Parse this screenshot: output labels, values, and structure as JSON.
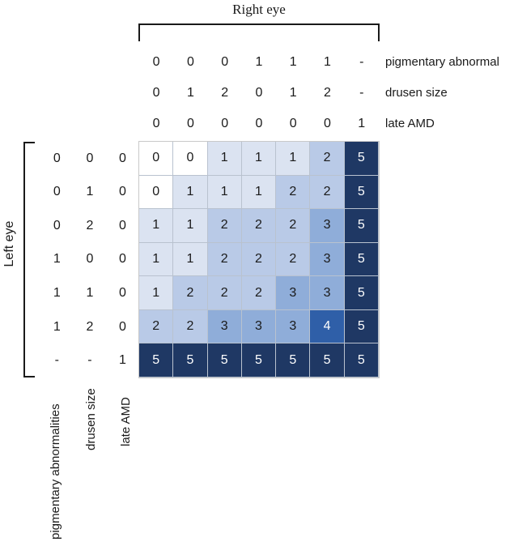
{
  "figure": {
    "top_axis_title": "Right eye",
    "left_axis_title": "Left eye"
  },
  "column_headers": {
    "rows": [
      {
        "label": "pigmentary abnormal",
        "values": [
          "0",
          "0",
          "0",
          "1",
          "1",
          "1",
          "-"
        ]
      },
      {
        "label": "drusen size",
        "values": [
          "0",
          "1",
          "2",
          "0",
          "1",
          "2",
          "-"
        ]
      },
      {
        "label": "late AMD",
        "values": [
          "0",
          "0",
          "0",
          "0",
          "0",
          "0",
          "1"
        ]
      }
    ]
  },
  "row_headers": {
    "labels": [
      "pigmentary abnormalities",
      "drusen size",
      "late AMD"
    ],
    "rows": [
      [
        "0",
        "0",
        "0"
      ],
      [
        "0",
        "1",
        "0"
      ],
      [
        "0",
        "2",
        "0"
      ],
      [
        "1",
        "0",
        "0"
      ],
      [
        "1",
        "1",
        "0"
      ],
      [
        "1",
        "2",
        "0"
      ],
      [
        "-",
        "-",
        "1"
      ]
    ]
  },
  "legend_colors": {
    "0": "#ffffff",
    "1": "#dbe3f1",
    "2": "#b9cae7",
    "3": "#8fadd9",
    "4": "#2f5fa8",
    "5": "#1f3864"
  },
  "chart_data": {
    "type": "heatmap",
    "title": "Right eye",
    "xlabel": "Right eye",
    "ylabel": "Left eye",
    "grid": true,
    "legend": "none",
    "zlim": [
      0,
      5
    ],
    "x_categories": [
      "0|0|0",
      "0|1|0",
      "0|2|0",
      "1|0|0",
      "1|1|0",
      "1|2|0",
      "-|-|1"
    ],
    "y_categories": [
      "0|0|0",
      "0|1|0",
      "0|2|0",
      "1|0|0",
      "1|1|0",
      "1|2|0",
      "-|-|1"
    ],
    "values": [
      [
        0,
        0,
        1,
        1,
        1,
        2,
        5
      ],
      [
        0,
        1,
        1,
        1,
        2,
        2,
        5
      ],
      [
        1,
        1,
        2,
        2,
        2,
        3,
        5
      ],
      [
        1,
        1,
        2,
        2,
        2,
        3,
        5
      ],
      [
        1,
        2,
        2,
        2,
        3,
        3,
        5
      ],
      [
        2,
        2,
        3,
        3,
        3,
        4,
        5
      ],
      [
        5,
        5,
        5,
        5,
        5,
        5,
        5
      ]
    ]
  }
}
